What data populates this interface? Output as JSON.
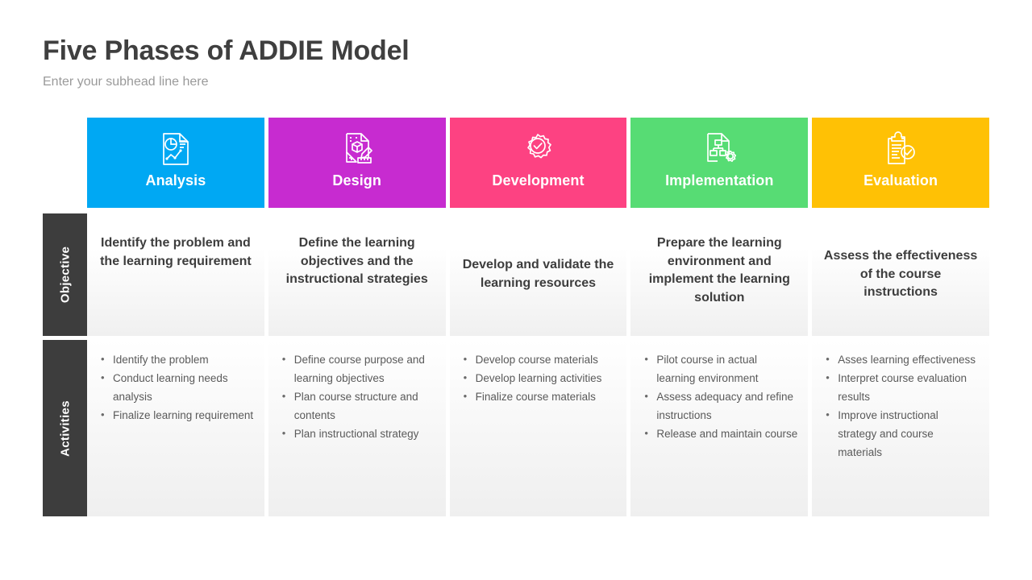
{
  "header": {
    "title": "Five Phases of ADDIE Model",
    "subtitle": "Enter your subhead line here"
  },
  "row_labels": {
    "objective": "Objective",
    "activities": "Activities"
  },
  "colors": {
    "analysis": "#00a8f3",
    "design": "#c72bd0",
    "development": "#fd4282",
    "implementation": "#57dc74",
    "evaluation": "#ffc105",
    "row_label_bg": "#3d3d3d",
    "title_text": "#3f3f3f",
    "subtitle_text": "#9a9a9a",
    "objective_text": "#3d3d3d",
    "activity_text": "#5a5a5a"
  },
  "phases": [
    {
      "name": "Analysis",
      "color": "#00a8f3",
      "icon": "document-pie-chart-analysis-icon",
      "objective": "Identify the problem and the learning requirement",
      "activities": [
        "Identify the problem",
        "Conduct learning needs analysis",
        "Finalize learning requirement"
      ]
    },
    {
      "name": "Design",
      "color": "#c72bd0",
      "icon": "document-cube-pencil-ruler-design-icon",
      "objective": "Define the learning objectives and the instructional strategies",
      "activities": [
        "Define course purpose and learning objectives",
        "Plan course structure and contents",
        "Plan instructional strategy"
      ]
    },
    {
      "name": "Development",
      "color": "#fd4282",
      "icon": "gear-check-development-icon",
      "objective": "Develop and validate the learning resources",
      "activities": [
        "Develop course materials",
        "Develop learning activities",
        "Finalize course materials"
      ]
    },
    {
      "name": "Implementation",
      "color": "#57dc74",
      "icon": "document-flowchart-gear-implementation-icon",
      "objective": "Prepare the learning environment and implement the learning solution",
      "activities": [
        "Pilot course in actual learning environment",
        "Assess adequacy and refine instructions",
        "Release and maintain course"
      ]
    },
    {
      "name": "Evaluation",
      "color": "#ffc105",
      "icon": "clipboard-check-evaluation-icon",
      "objective": "Assess the effectiveness of the course instructions",
      "activities": [
        "Asses learning effectiveness",
        "Interpret course evaluation results",
        "Improve instructional strategy and course materials"
      ]
    }
  ]
}
